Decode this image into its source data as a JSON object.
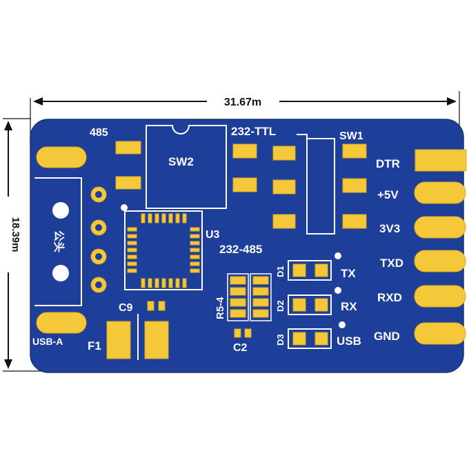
{
  "dimensions": {
    "width_label": "31.67m",
    "height_label": "18.39m"
  },
  "board": {
    "color": "#1d3f9a",
    "pad_color": "#f5c83a",
    "silkscreen_color": "#ffffff"
  },
  "labels": {
    "l485": "485",
    "sw2": "SW2",
    "t232ttl": "232-TTL",
    "sw1": "SW1",
    "u3": "U3",
    "t232485": "232-485",
    "r54": "R5-4",
    "c9": "C9",
    "f1": "F1",
    "c2": "C2",
    "usba": "USB-A",
    "d1": "D1",
    "d2": "D2",
    "d3": "D3",
    "tx": "TX",
    "rx": "RX",
    "usb": "USB",
    "connector_text": "公头"
  },
  "pins": [
    "DTR",
    "+5V",
    "3V3",
    "TXD",
    "RXD",
    "GND"
  ]
}
